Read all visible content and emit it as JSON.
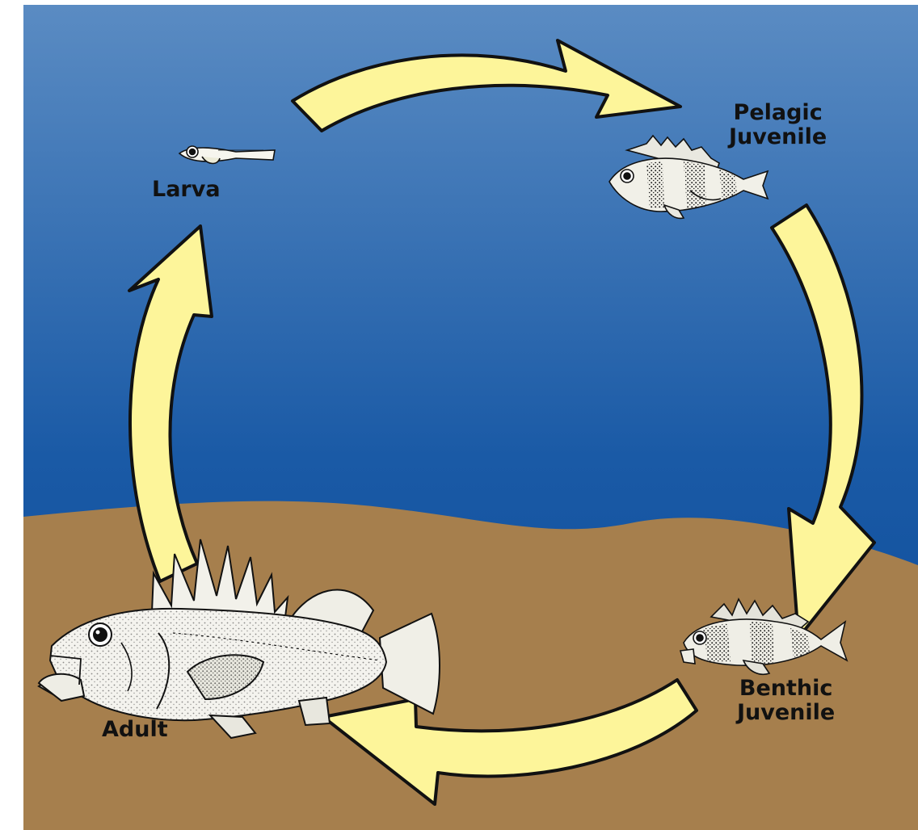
{
  "diagram": {
    "stages": {
      "larva": {
        "line1": "Larva"
      },
      "pelagic": {
        "line1": "Pelagic",
        "line2": "Juvenile"
      },
      "benthic": {
        "line1": "Benthic",
        "line2": "Juvenile"
      },
      "adult": {
        "line1": "Adult"
      }
    },
    "flow": [
      "Larva",
      "Pelagic Juvenile",
      "Benthic Juvenile",
      "Adult",
      "Larva"
    ]
  },
  "colors": {
    "water_top": "#5a8bc2",
    "water_bottom": "#0a4a9a",
    "seafloor": "#a67f4d",
    "arrow_fill": "#fdf59a",
    "outline": "#111111",
    "fish_body": "#efeee4"
  }
}
